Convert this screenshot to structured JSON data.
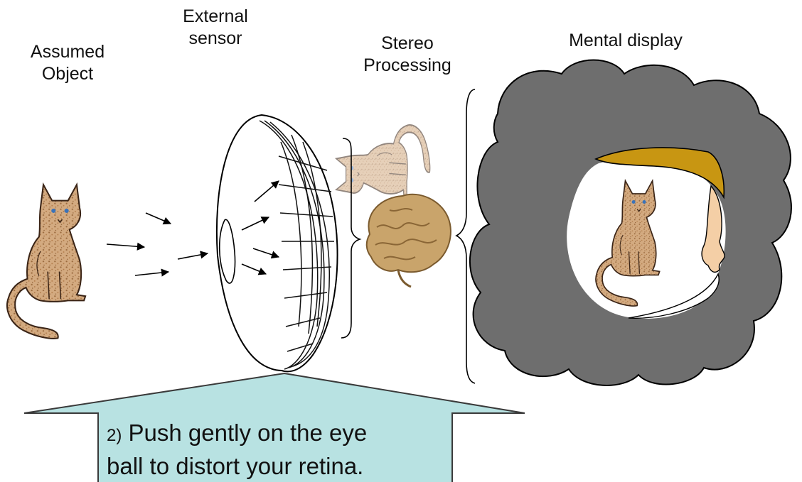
{
  "labels": {
    "assumed_object": "Assumed\nObject",
    "external_sensor": "External\nsensor",
    "stereo_processing": "Stereo\nProcessing",
    "mental_display": "Mental display"
  },
  "callout": {
    "step": "2)",
    "text": "Push gently on the eye\nball to distort your retina."
  },
  "colors": {
    "cat_fur": "#c79a6c",
    "brain": "#c9a46b",
    "cloud": "#6e6e6e",
    "callout_fill": "#b8e2e2",
    "hair": "#c89612",
    "skin": "#f4cfa6"
  }
}
